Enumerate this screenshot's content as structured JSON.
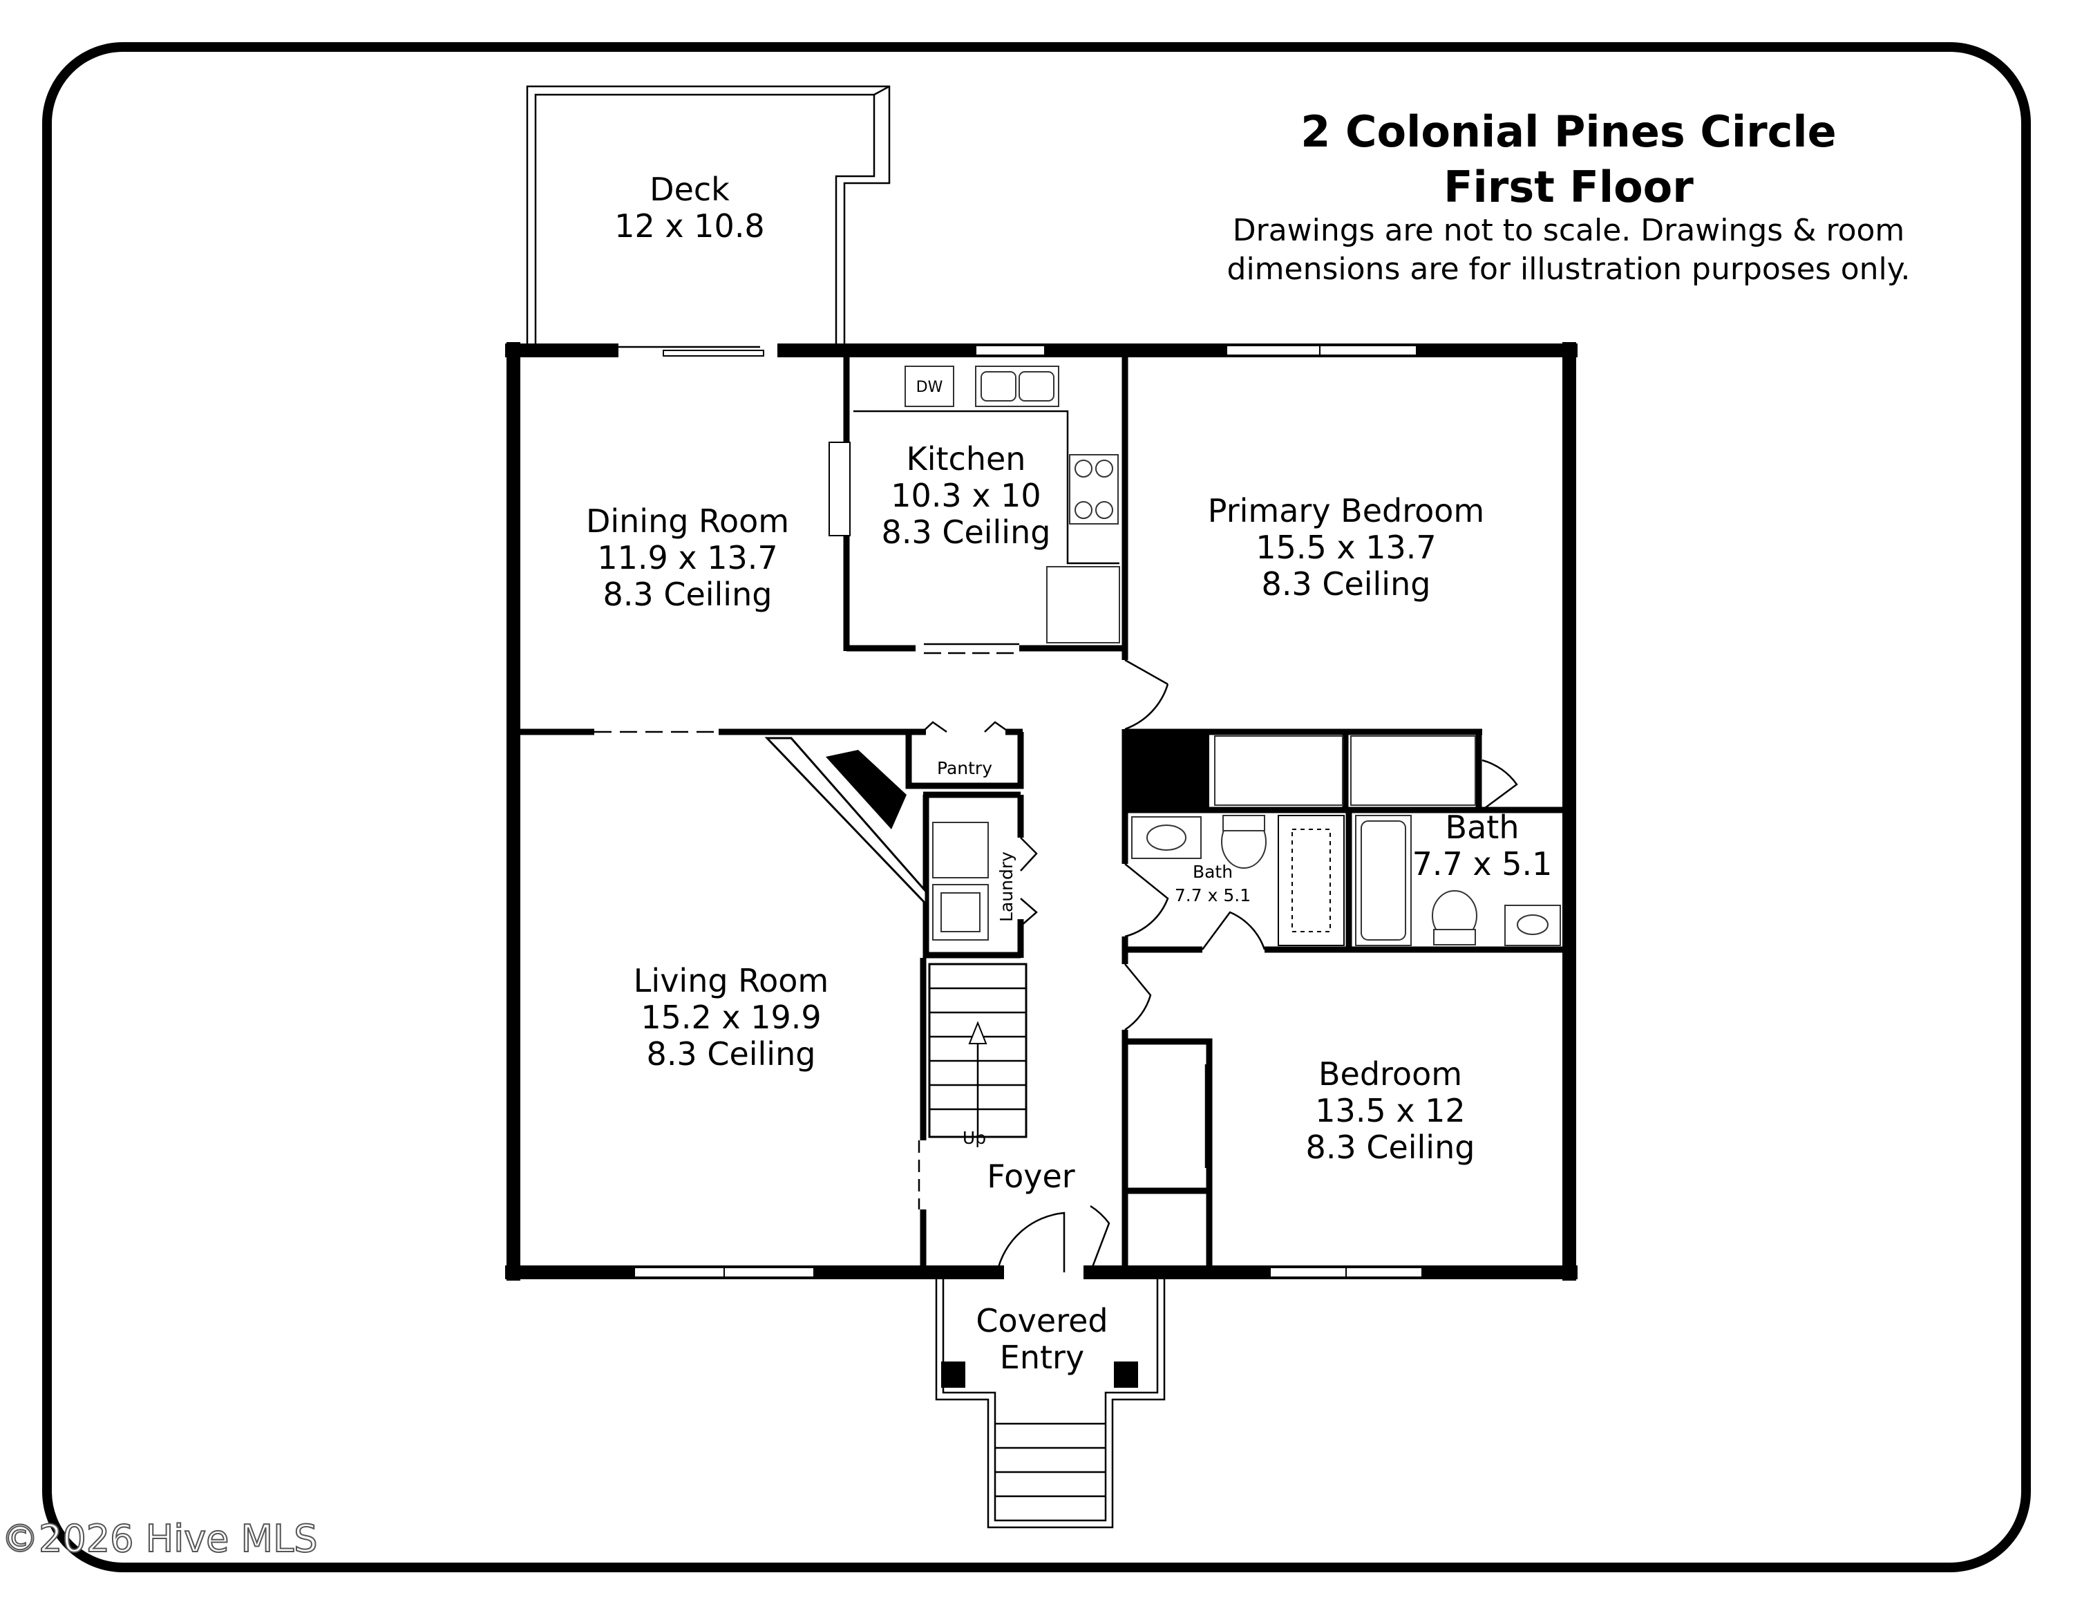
{
  "header": {
    "address": "2 Colonial Pines Circle",
    "floor": "First Floor",
    "disclaimer_line1": "Drawings are not to scale. Drawings & room",
    "disclaimer_line2": "dimensions are for illustration purposes only."
  },
  "rooms": {
    "deck": {
      "name": "Deck",
      "size": "12 x 10.8"
    },
    "dining": {
      "name": "Dining Room",
      "size": "11.9 x 13.7",
      "ceiling": "8.3 Ceiling"
    },
    "kitchen": {
      "name": "Kitchen",
      "size": "10.3 x 10",
      "ceiling": "8.3 Ceiling"
    },
    "primary_bedroom": {
      "name": "Primary Bedroom",
      "size": "15.5 x 13.7",
      "ceiling": "8.3 Ceiling"
    },
    "living": {
      "name": "Living Room",
      "size": "15.2 x 19.9",
      "ceiling": "8.3 Ceiling"
    },
    "bath_hall": {
      "name": "Bath",
      "size": "7.7 x 5.1"
    },
    "bath_primary": {
      "name": "Bath",
      "size": "7.7 x 5.1"
    },
    "bedroom": {
      "name": "Bedroom",
      "size": "13.5 x 12",
      "ceiling": "8.3 Ceiling"
    },
    "foyer": {
      "name": "Foyer"
    },
    "covered_entry": {
      "name_line1": "Covered",
      "name_line2": "Entry"
    }
  },
  "labels": {
    "pantry": "Pantry",
    "laundry": "Laundry",
    "stairs": "Up",
    "dishwasher": "DW"
  },
  "watermark": "©2026 Hive MLS"
}
